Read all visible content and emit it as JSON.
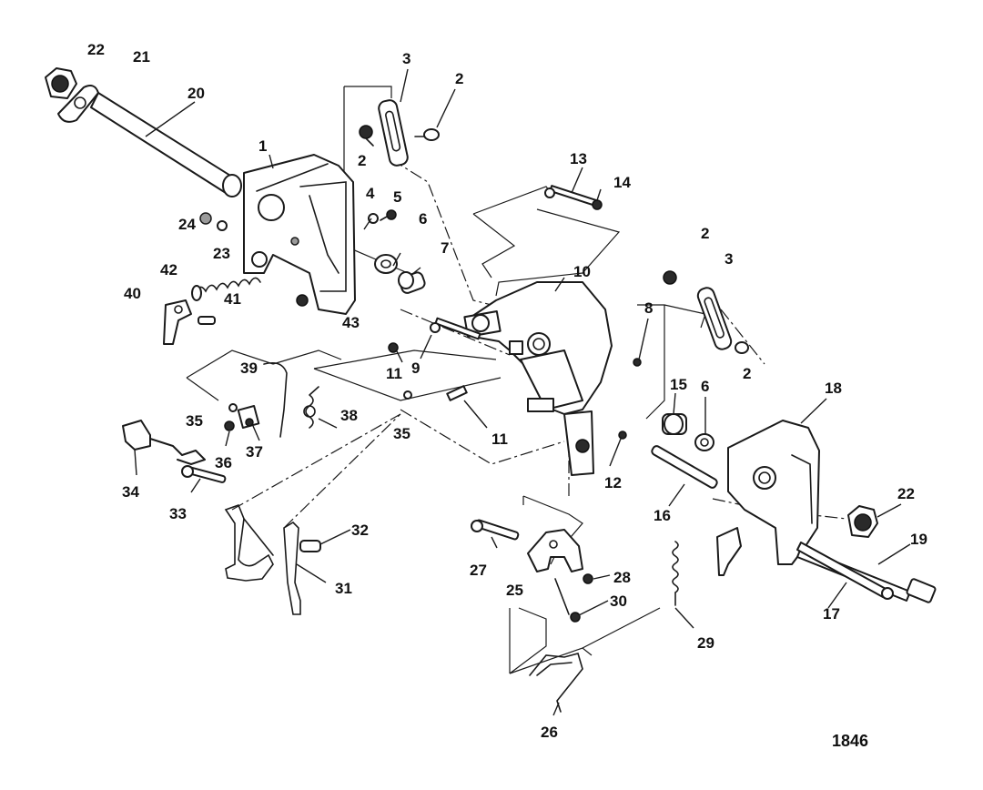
{
  "figure_number": "1846",
  "callouts": [
    "22",
    "21",
    "20",
    "1",
    "3",
    "2",
    "2",
    "13",
    "14",
    "4",
    "5",
    "6",
    "7",
    "24",
    "23",
    "42",
    "40",
    "41",
    "43",
    "10",
    "2",
    "3",
    "8",
    "2",
    "9",
    "11",
    "11",
    "15",
    "6",
    "18",
    "39",
    "35",
    "38",
    "35",
    "36",
    "37",
    "34",
    "33",
    "12",
    "16",
    "22",
    "19",
    "32",
    "27",
    "28",
    "25",
    "30",
    "31",
    "29",
    "17",
    "26"
  ]
}
